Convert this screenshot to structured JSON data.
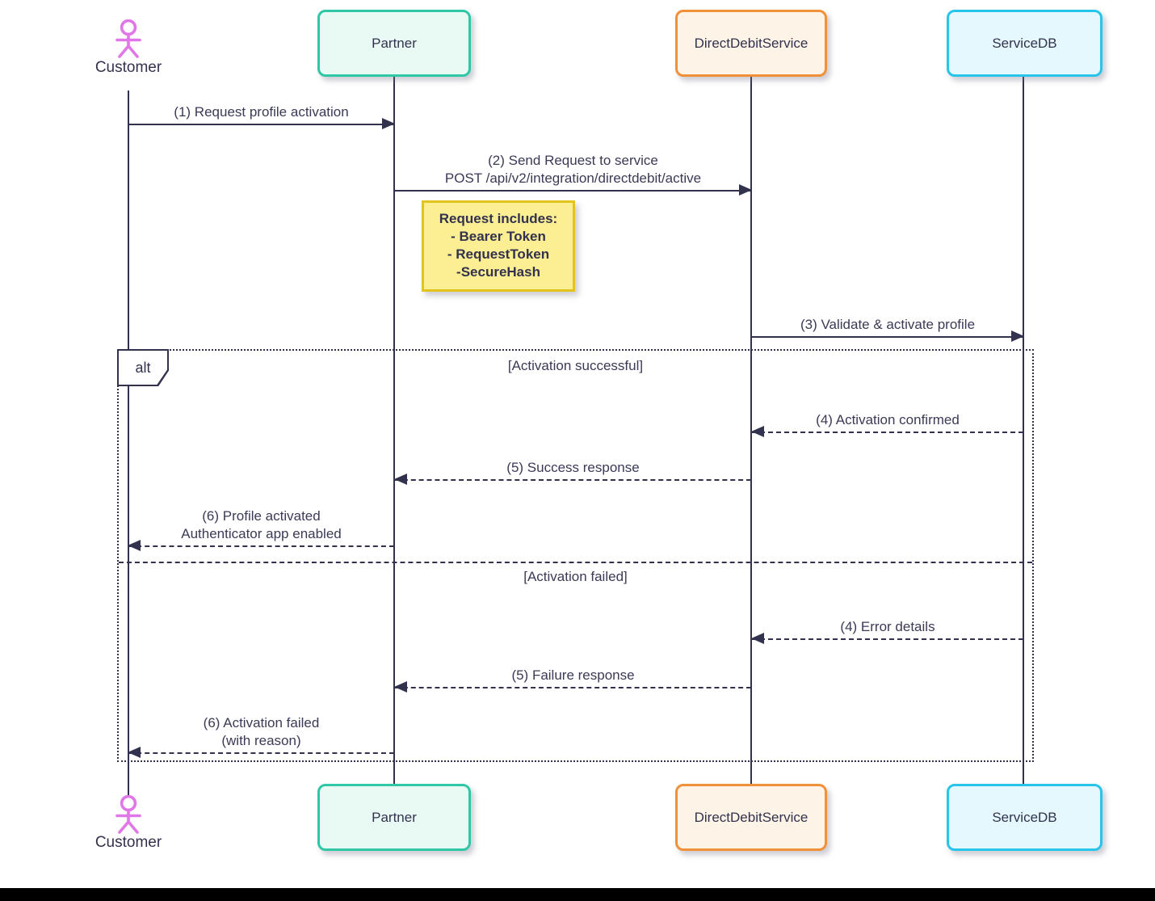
{
  "participants": {
    "customer": "Customer",
    "partner": "Partner",
    "direct_debit_service": "DirectDebitService",
    "service_db": "ServiceDB"
  },
  "messages": {
    "m1": "(1) Request profile activation",
    "m2_line1": "(2) Send Request to service",
    "m2_line2": "POST /api/v2/integration/directdebit/active",
    "m3": "(3) Validate & activate profile",
    "m4_success": "(4) Activation confirmed",
    "m5_success": "(5) Success response",
    "m6_success_line1": "(6) Profile activated",
    "m6_success_line2": "Authenticator app enabled",
    "m4_failed": "(4) Error details",
    "m5_failed": "(5) Failure response",
    "m6_failed_line1": "(6) Activation failed",
    "m6_failed_line2": "(with reason)"
  },
  "note": {
    "title": "Request includes:",
    "items": [
      "- Bearer Token",
      "- RequestToken",
      "-SecureHash"
    ]
  },
  "alt_frame": {
    "operator": "alt",
    "guard_success": "[Activation successful]",
    "guard_failed": "[Activation failed]"
  },
  "colors": {
    "ink": "#32324e",
    "customer_actor": "#e176e8",
    "partner_border": "#2fc7a6",
    "partner_fill": "#e9faf5",
    "direct_debit_border": "#f0913a",
    "direct_debit_fill": "#fdf3e7",
    "service_db_border": "#27c5ea",
    "service_db_fill": "#e5f8fd",
    "note_border": "#e3c41f",
    "note_fill": "#fcee92"
  }
}
